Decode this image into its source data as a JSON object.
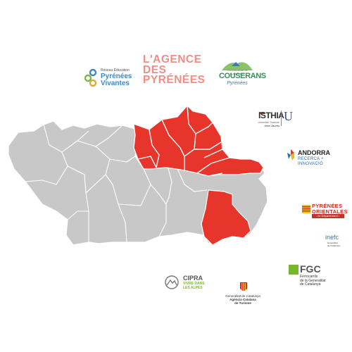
{
  "map": {
    "region_colors": {
      "highlight": "#e8352b",
      "base": "#c8c8c8",
      "border": "#ffffff"
    }
  },
  "logos": {
    "reseau": {
      "line1": "Réseau Éducation",
      "line2": "Pyrénées",
      "line3": "Vivantes",
      "colors": [
        "#3d8ac4",
        "#7ab648",
        "#e2a83a"
      ]
    },
    "agence": {
      "line1": "L'AGENCE",
      "line2": "DES",
      "line3": "PYRÉNÉES",
      "color": "#f08e86"
    },
    "couserans": {
      "line1": "Communauté de Communes",
      "line2": "COUSERANS",
      "line3": "Pyrénées"
    },
    "isthia": {
      "line1": "ISTHIA",
      "line2": "Université Toulouse",
      "line3": "Jean Jaurès",
      "line4": "U"
    },
    "andorra": {
      "line1": "ANDORRA",
      "line2": "RECERCA +",
      "line3": "INNOVACIÓ"
    },
    "po": {
      "line1": "PYRÉNÉES",
      "line2": "ORIENTALES",
      "line3": "• le Département •"
    },
    "inefc": {
      "line1": "inefc",
      "line2": "Generalitat",
      "line3": "de Catalunya"
    },
    "fgc": {
      "line1": "FGC",
      "line2": "Ferrocarrils",
      "line3": "de la Generalitat",
      "line4": "de Catalunya"
    },
    "cipra": {
      "line1": "CIPRA",
      "line2": "VIVRE DANS",
      "line3": "LES ALPES"
    },
    "generalitat": {
      "line1": "Generalitat de Catalunya",
      "line2": "Agència Catalana",
      "line3": "de Turisme"
    }
  }
}
